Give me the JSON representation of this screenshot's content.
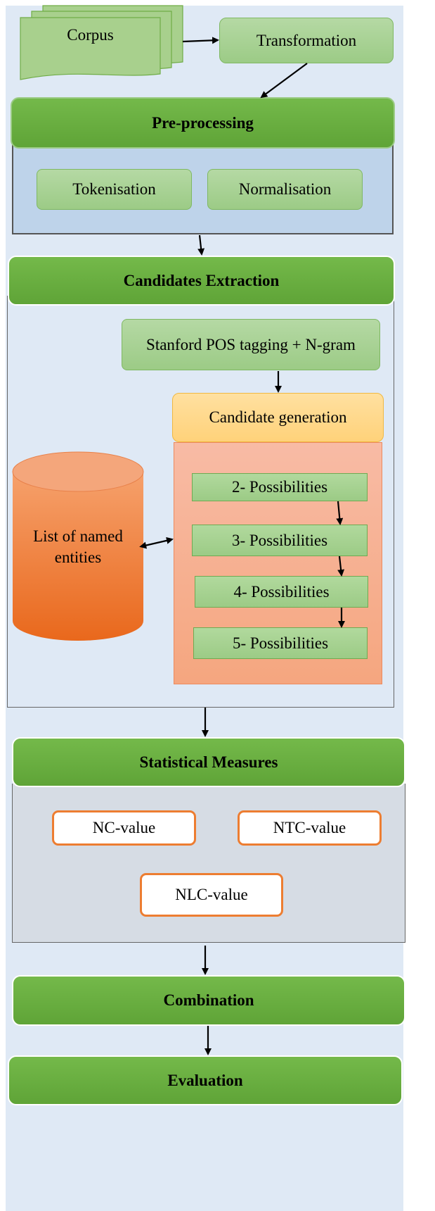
{
  "corpus": "Corpus",
  "transformation": "Transformation",
  "preprocessing": {
    "title": "Pre-processing",
    "tokenisation": "Tokenisation",
    "normalisation": "Normalisation"
  },
  "candidates_extraction": {
    "title": "Candidates Extraction",
    "pos_tagging": "Stanford POS tagging + N-gram",
    "candidate_generation": "Candidate generation",
    "named_entities": "List of named entities",
    "possibilities": [
      "2- Possibilities",
      "3- Possibilities",
      "4- Possibilities",
      "5- Possibilities"
    ]
  },
  "statistical_measures": {
    "title": "Statistical Measures",
    "nc_value": "NC-value",
    "ntc_value": "NTC-value",
    "nlc_value": "NLC-value"
  },
  "combination": "Combination",
  "evaluation": "Evaluation"
}
